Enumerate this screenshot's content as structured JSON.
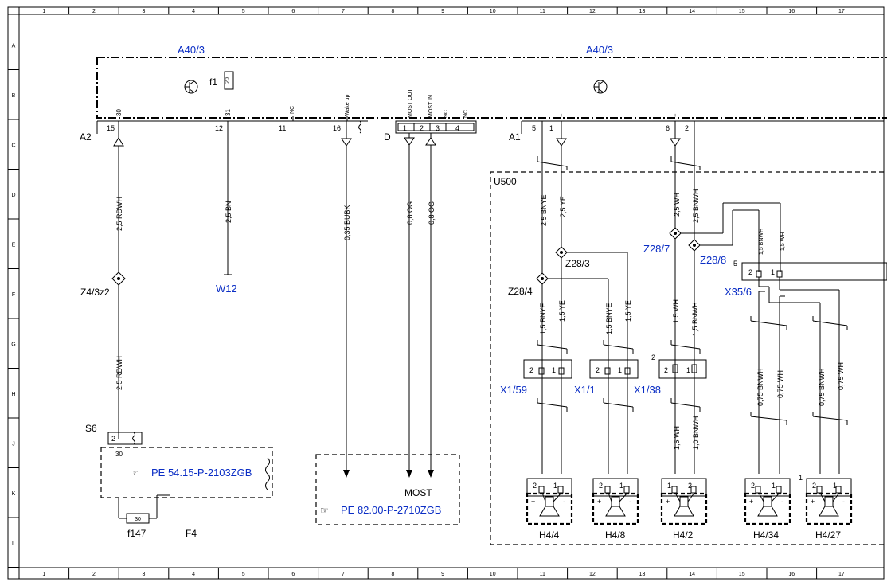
{
  "grid": {
    "columns": [
      "1",
      "2",
      "3",
      "4",
      "5",
      "6",
      "7",
      "8",
      "9",
      "10",
      "11",
      "12",
      "13",
      "14",
      "15",
      "16",
      "17"
    ],
    "rows": [
      "A",
      "B",
      "C",
      "D",
      "E",
      "F",
      "G",
      "H",
      "J",
      "K",
      "L"
    ]
  },
  "modules": {
    "a40_left": "A40/3",
    "a40_right": "A40/3",
    "fuse_f1": "f1",
    "fuse_f1_value": "20",
    "connector_a2": "A2",
    "connector_d": "D",
    "connector_a1": "A1",
    "u500": "U500",
    "s6": "S6",
    "f147": "f147",
    "f147_value": "30",
    "f4": "F4",
    "most": "MOST"
  },
  "pins": {
    "a2_15": "15",
    "a2_12": "12",
    "a2_11": "11",
    "a2_16": "16",
    "top_30": "30",
    "top_31": "31",
    "nc1": "NC",
    "wakeup": "Wake up",
    "most_out": "MOST OUT",
    "most_in": "MOST IN",
    "nc2": "NC",
    "nc3": "NC",
    "d1": "1",
    "d2": "2",
    "d3": "3",
    "d4": "4",
    "a1_5": "5",
    "a1_1": "1",
    "a1_6": "6",
    "a1_2": "2",
    "plus": "+",
    "minus": "-",
    "s6_2": "2",
    "s6_30": "30",
    "x35_5": "5",
    "x35_2": "2",
    "x35_1": "1",
    "x138_2": "2"
  },
  "wires": {
    "w1": "2,5 RDWH",
    "w2": "2,5 RDWH",
    "w3": "2,5 BN",
    "w4": "0,35 BUBK",
    "w5": "0,8 OG",
    "w6": "0,8 OG",
    "w7": "2,5 BNYE",
    "w8": "2,5 YE",
    "w9": "2,5 WH",
    "w10": "2,5 BNWH",
    "w11": "1,5 BNWH",
    "w12": "1,5 WH",
    "w13": "1,5 BNYE",
    "w14": "1,5 YE",
    "w15": "1,5 BNYE",
    "w16": "1,5 YE",
    "w17": "1,5 WH",
    "w18": "1,5 BNWH",
    "w19": "0,75 BNWH",
    "w20": "0,75 WH",
    "w21": "0,75 BNWH",
    "w22": "0,75 WH",
    "w23": "1,5 WH",
    "w24": "1,0 BNWH"
  },
  "nodes": {
    "z4": "Z4/3z2",
    "w12": "W12",
    "z28_3": "Z28/3",
    "z28_4": "Z28/4",
    "z28_7": "Z28/7",
    "z28_8": "Z28/8",
    "x35_6": "X35/6",
    "x1_59": "X1/59",
    "x1_1": "X1/1",
    "x1_38": "X1/38",
    "h4_4": "H4/4",
    "h4_8": "H4/8",
    "h4_2": "H4/2",
    "h4_34": "H4/34",
    "h4_27": "H4/27",
    "h4_box_label": "1"
  },
  "refs": {
    "pe1": "PE 54.15-P-2103ZGB",
    "pe2": "PE 82.00-P-2710ZGB"
  }
}
